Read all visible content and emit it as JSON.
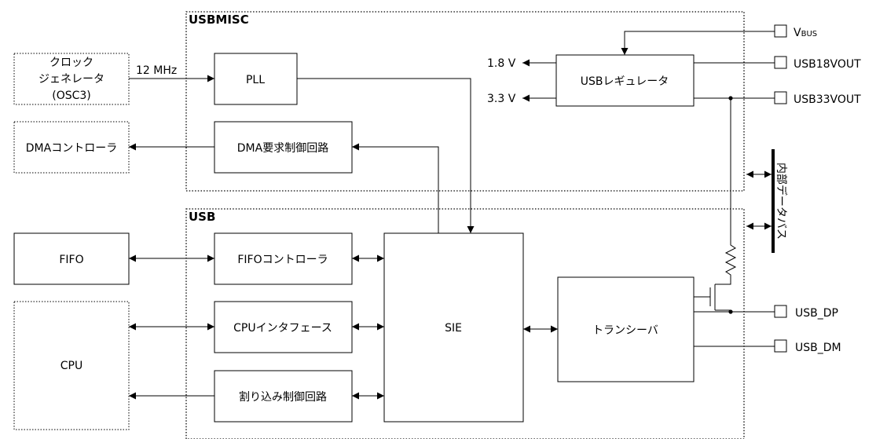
{
  "regions": {
    "usbmisc_title": "USBMISC",
    "usb_title": "USB"
  },
  "external": {
    "clock_gen": [
      "クロック",
      "ジェネレータ",
      "(OSC3)"
    ],
    "dma_controller": "DMAコントローラ",
    "fifo": "FIFO",
    "cpu": "CPU"
  },
  "blocks": {
    "pll": "PLL",
    "dma_request": "DMA要求制御回路",
    "usb_regulator": "USBレギュレータ",
    "fifo_controller": "FIFOコントローラ",
    "cpu_interface": "CPUインタフェース",
    "interrupt_control": "割り込み制御回路",
    "sie": "SIE",
    "transceiver": "トランシーバ"
  },
  "signals": {
    "clock_freq": "12 MHz",
    "v18": "1.8 V",
    "v33": "3.3 V",
    "internal_bus": "内部データバス"
  },
  "pins": {
    "vbus_main": "V",
    "vbus_sub": "BUS",
    "usb18vout": "USB18VOUT",
    "usb33vout": "USB33VOUT",
    "usb_dp": "USB_DP",
    "usb_dm": "USB_DM"
  }
}
